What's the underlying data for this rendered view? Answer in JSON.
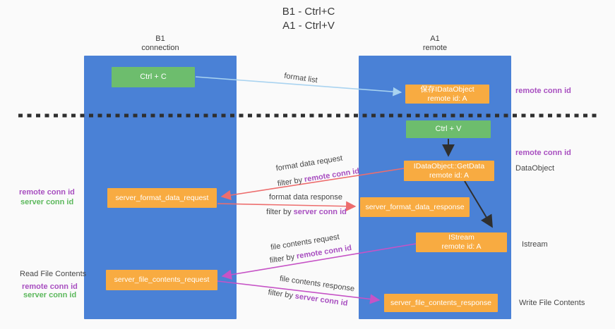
{
  "title": {
    "line1": "B1 - Ctrl+C",
    "line2": "A1 - Ctrl+V"
  },
  "lanes": {
    "left": {
      "name": "B1",
      "role": "connection"
    },
    "right": {
      "name": "A1",
      "role": "remote"
    }
  },
  "boxes": {
    "ctrl_c": {
      "label": "Ctrl + C"
    },
    "save_dataobject": {
      "line1": "保存IDataObject",
      "line2": "remote id: A"
    },
    "ctrl_v": {
      "label": "Ctrl + V"
    },
    "getdata": {
      "line1": "IDataObject::GetData",
      "line2": "remote id: A"
    },
    "format_request": {
      "label": "server_format_data_request"
    },
    "format_response": {
      "label": "server_format_data_response"
    },
    "istream": {
      "line1": "IStream",
      "line2": "remote id: A"
    },
    "file_request": {
      "label": "server_file_contents_request"
    },
    "file_response": {
      "label": "server_file_contents_response"
    }
  },
  "side_labels": {
    "right_remote_conn_1": "remote conn id",
    "right_remote_conn_2": "remote conn id",
    "dataobject": "DataObject",
    "istream": "Istream",
    "write_file_contents": "Write File Contents",
    "left_remote_conn_1": "remote conn id",
    "left_server_conn_1": "server conn id",
    "read_file_contents": "Read File Contents",
    "left_remote_conn_2": "remote conn id",
    "left_server_conn_2": "server conn id"
  },
  "arrow_labels": {
    "format_list": "format list",
    "format_request": {
      "title": "format data request",
      "filter_prefix": "filter by ",
      "filter_key": "remote conn id"
    },
    "format_response": {
      "title": "format data response",
      "filter_prefix": "filter by ",
      "filter_key": "server conn id"
    },
    "file_request": {
      "title": "file contents request",
      "filter_prefix": "filter by ",
      "filter_key": "remote conn id"
    },
    "file_response": {
      "title": "file contents response",
      "filter_prefix": "filter by ",
      "filter_key": "server conn id"
    }
  },
  "colors": {
    "lane_blue": "#4a81d6",
    "box_green": "#6dbd6d",
    "box_orange": "#f8ab41",
    "arrow_light_blue": "#a9d3f0",
    "arrow_black": "#2f2f2f",
    "arrow_salmon": "#ed6d6d",
    "arrow_magenta": "#c653c6",
    "text_purple": "#a84fc0",
    "text_green": "#5cb85c"
  }
}
